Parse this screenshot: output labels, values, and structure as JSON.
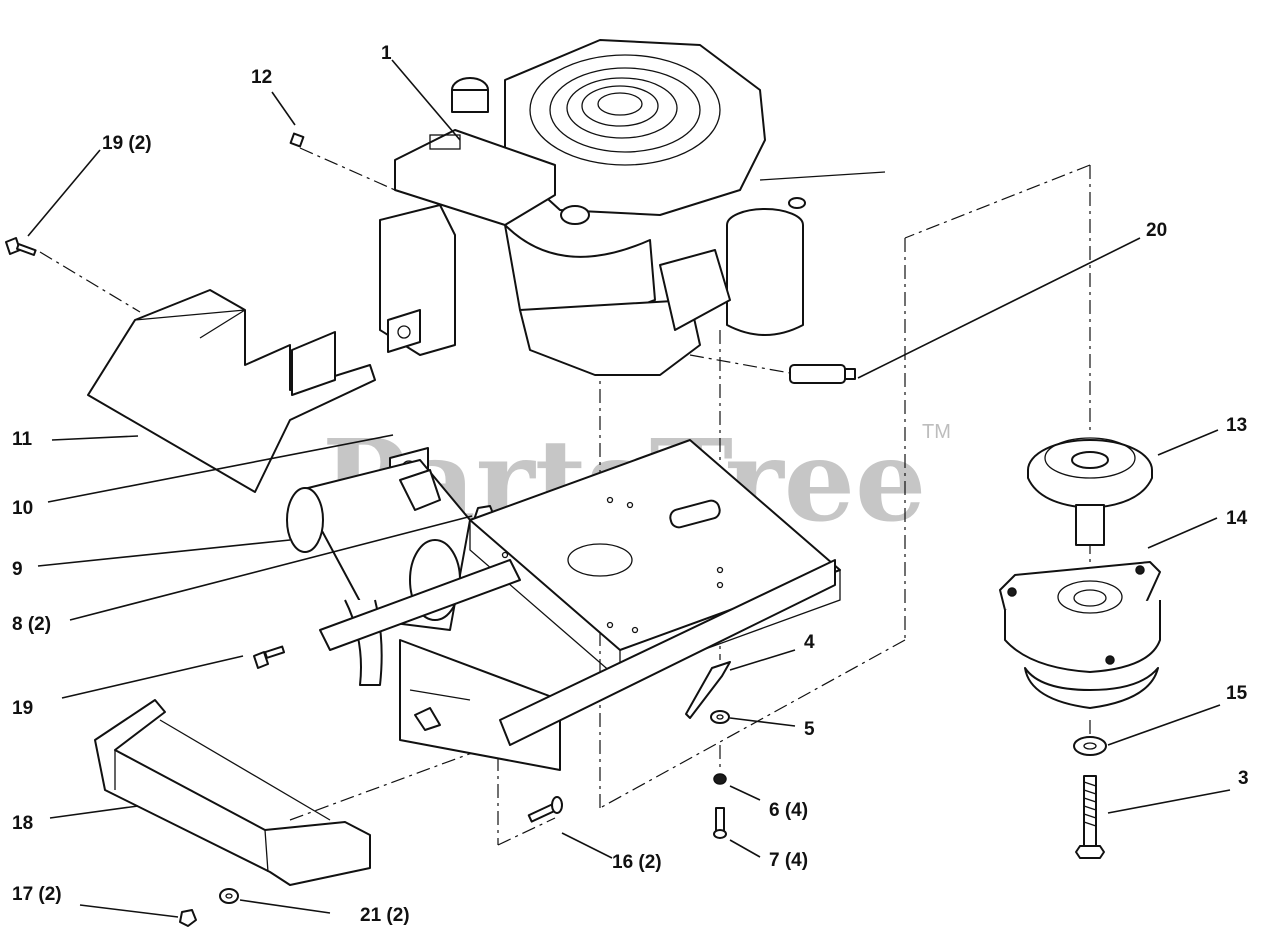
{
  "watermark": {
    "text": "PartsTree",
    "trademark": "TM"
  },
  "callouts": [
    {
      "id": "c1",
      "label": "1"
    },
    {
      "id": "c12",
      "label": "12"
    },
    {
      "id": "c19a",
      "label": "19 (2)"
    },
    {
      "id": "c20",
      "label": "20"
    },
    {
      "id": "c11",
      "label": "11"
    },
    {
      "id": "c13",
      "label": "13"
    },
    {
      "id": "c10",
      "label": "10"
    },
    {
      "id": "c14",
      "label": "14"
    },
    {
      "id": "c9",
      "label": "9"
    },
    {
      "id": "c8",
      "label": "8 (2)"
    },
    {
      "id": "c4",
      "label": "4"
    },
    {
      "id": "c19b",
      "label": "19"
    },
    {
      "id": "c5",
      "label": "5"
    },
    {
      "id": "c15",
      "label": "15"
    },
    {
      "id": "c3",
      "label": "3"
    },
    {
      "id": "c6",
      "label": "6 (4)"
    },
    {
      "id": "c18",
      "label": "18"
    },
    {
      "id": "c16",
      "label": "16 (2)"
    },
    {
      "id": "c7",
      "label": "7 (4)"
    },
    {
      "id": "c17",
      "label": "17 (2)"
    },
    {
      "id": "c21",
      "label": "21 (2)"
    }
  ]
}
